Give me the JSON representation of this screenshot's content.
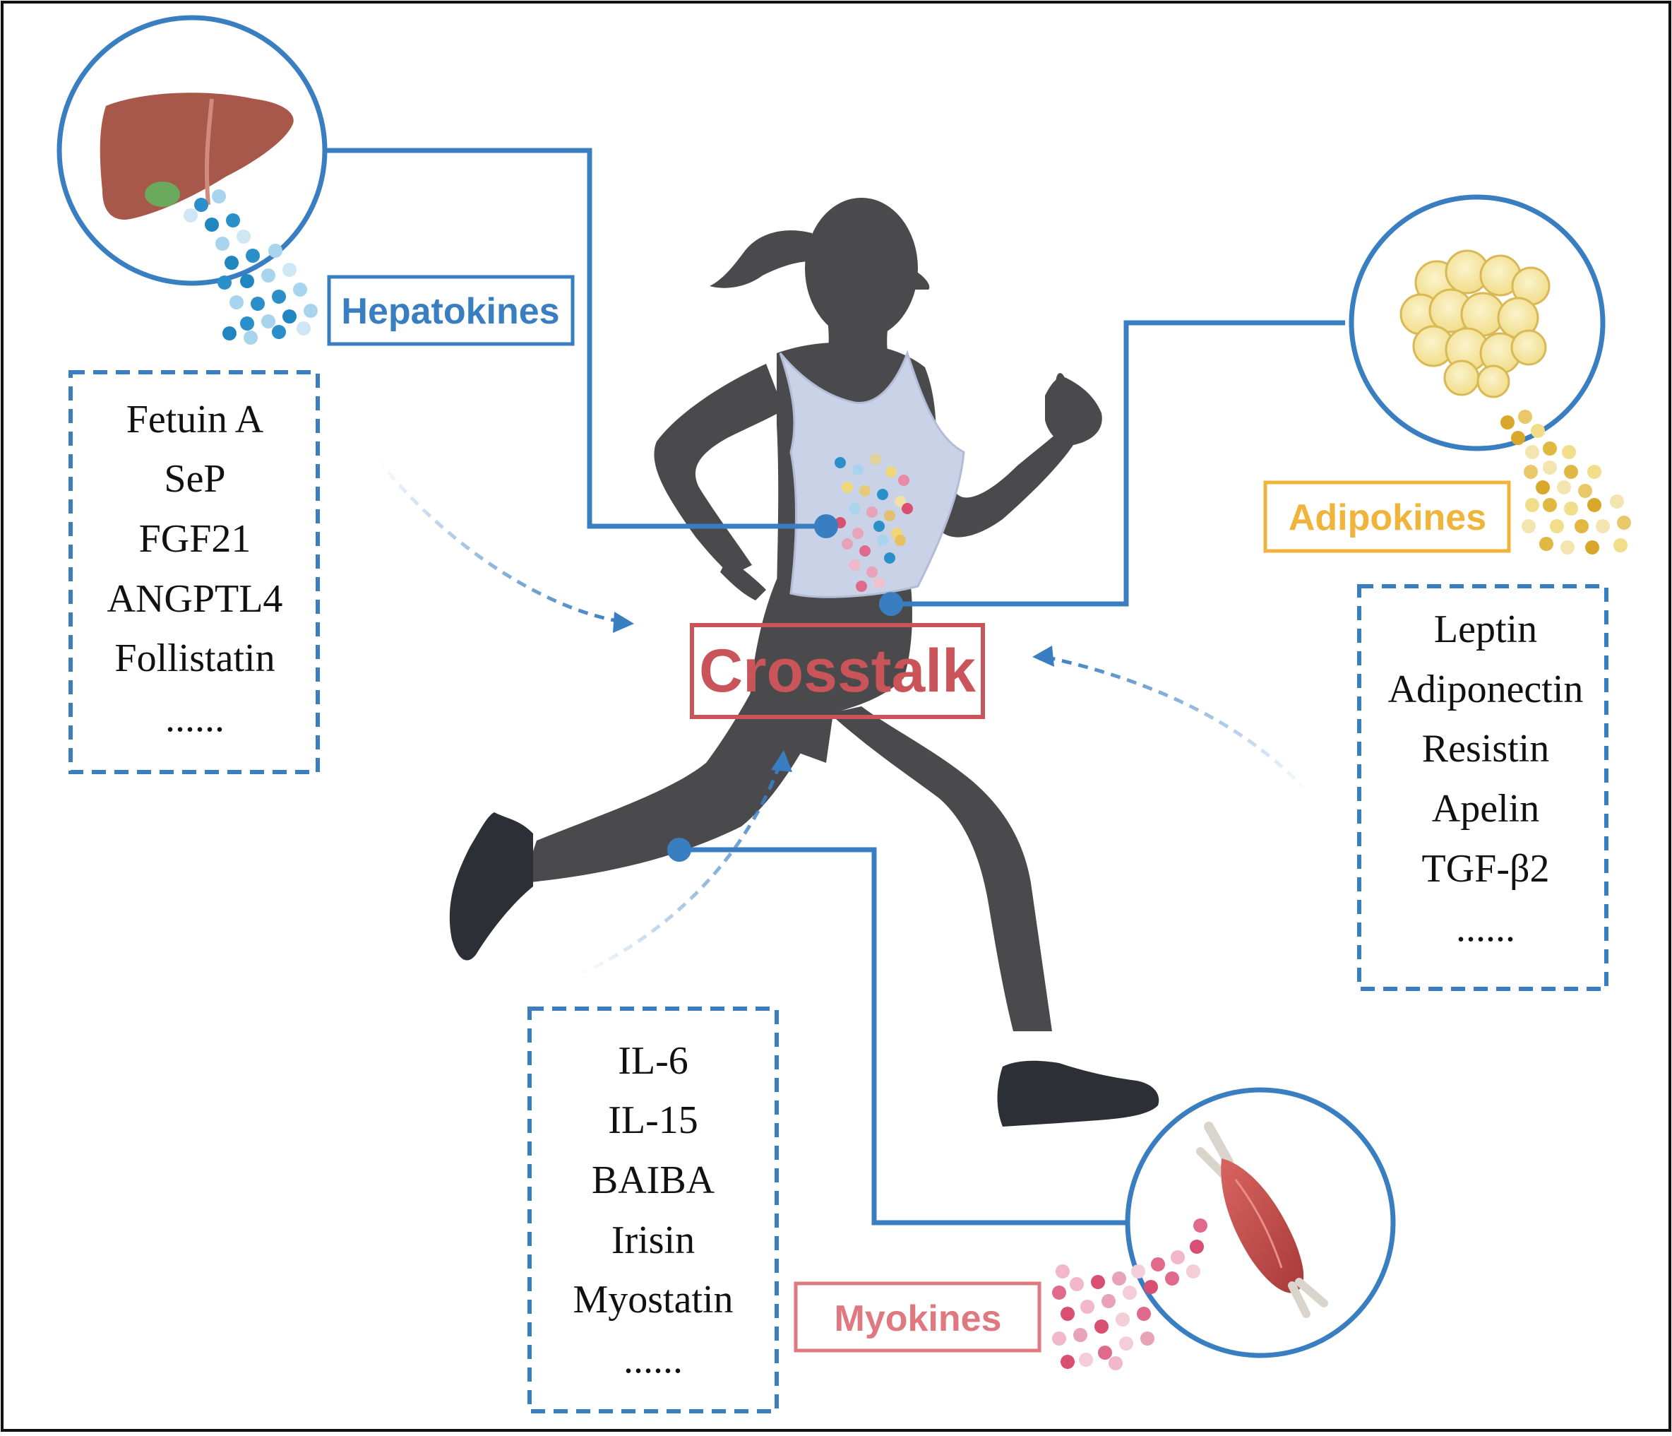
{
  "colors": {
    "line_blue": "#3a7ec2",
    "crosstalk_red": "#c9545a",
    "adipokine_yellow": "#f0b43a",
    "myokine_pink": "#e07880",
    "silhouette": "#4a4a4c",
    "shoe": "#2c3036",
    "shirt": "#c9d2e6",
    "liver": "#a8584a",
    "muscle": "#c5524e"
  },
  "icons": {
    "liver": "liver-icon",
    "fat": "fat-cells-icon",
    "muscle": "muscle-icon",
    "runner": "runner-silhouette"
  },
  "center": {
    "label": "Crosstalk"
  },
  "hepatokines": {
    "label": "Hepatokines",
    "items": [
      "Fetuin A",
      "SeP",
      "FGF21",
      "ANGPTL4",
      "Follistatin",
      "......"
    ]
  },
  "adipokines": {
    "label": "Adipokines",
    "items": [
      "Leptin",
      "Adiponectin",
      "Resistin",
      "Apelin",
      "TGF-β2",
      "......"
    ]
  },
  "myokines": {
    "label": "Myokines",
    "items": [
      "IL-6",
      "IL-15",
      "BAIBA",
      "Irisin",
      "Myostatin",
      "......"
    ]
  }
}
